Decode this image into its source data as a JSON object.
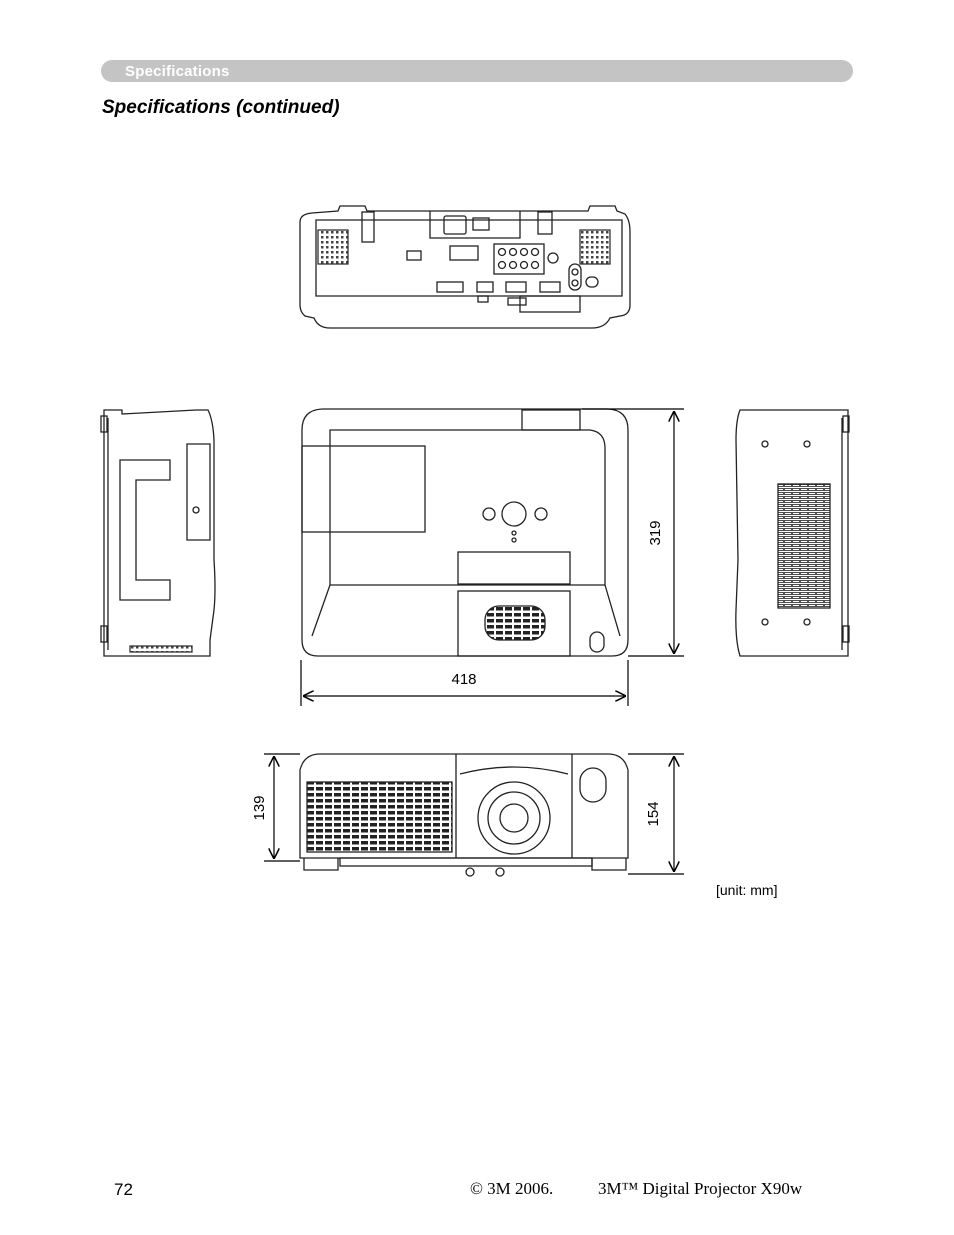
{
  "header": {
    "section_label": "Specifications"
  },
  "page": {
    "title": "Specifications (continued)"
  },
  "dimensions": {
    "depth": "319",
    "width": "418",
    "height_body": "139",
    "height_total": "154",
    "unit_note": "[unit: mm]"
  },
  "footer": {
    "page_number": "72",
    "copyright": "© 3M 2006.",
    "product": "3M™ Digital Projector X90w"
  }
}
